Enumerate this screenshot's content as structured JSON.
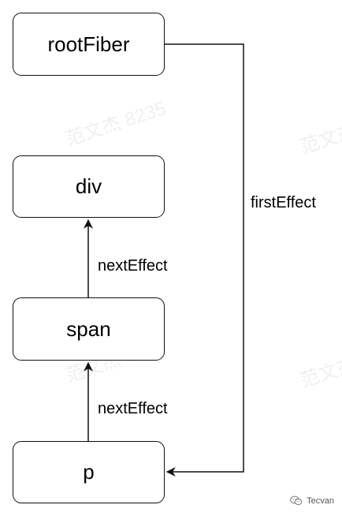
{
  "nodes": {
    "root": "rootFiber",
    "div": "div",
    "span": "span",
    "p": "p"
  },
  "edges": {
    "span_to_div": "nextEffect",
    "p_to_span": "nextEffect",
    "root_to_p": "firstEffect"
  },
  "watermark": "范文杰 8235",
  "brand": {
    "icon": "wechat-icon",
    "name": "Tecvan"
  },
  "colors": {
    "stroke": "#111111",
    "text": "#000000"
  }
}
